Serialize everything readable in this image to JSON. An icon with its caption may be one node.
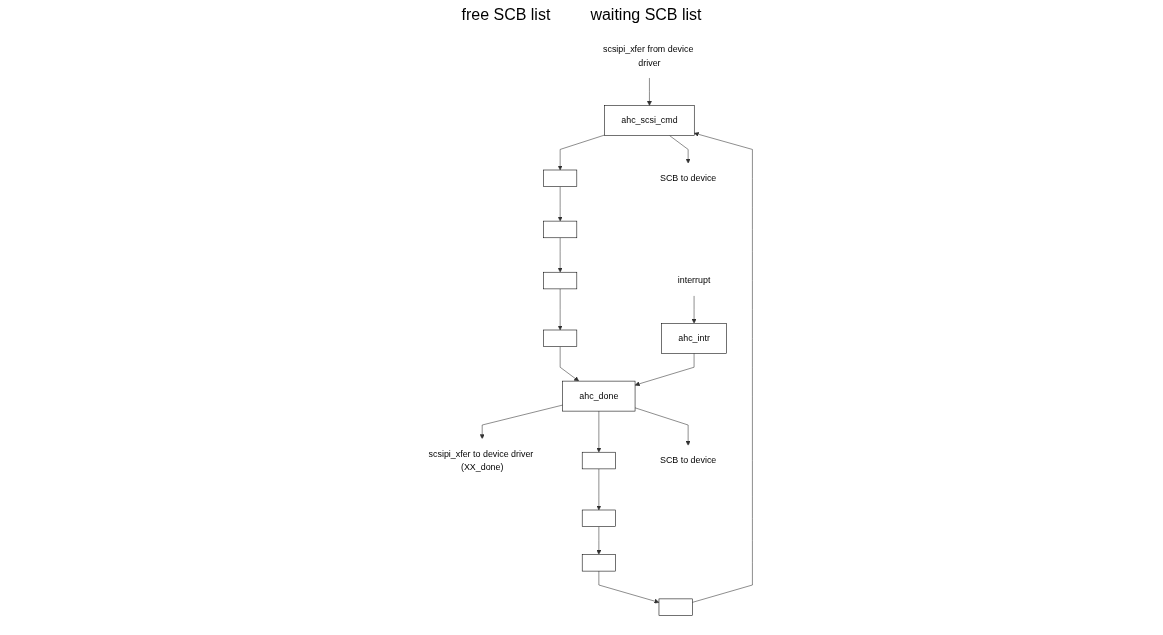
{
  "diagram": {
    "nodes": [
      {
        "text": [
          "scsipi_xfer from device driver"
        ]
      },
      {
        "text": [
          "scsipi_xfer to device driver (XX_done)"
        ]
      },
      {
        "text": [
          "ahc_scsi_cmd"
        ]
      },
      {
        "text": [],
        "shape": "box"
      },
      {
        "text": [],
        "shape": "box"
      },
      {
        "text": [],
        "shape": "box"
      },
      {
        "text": [],
        "shape": "box"
      },
      {
        "text": [],
        "shape": "box"
      },
      {
        "text": [],
        "shape": "box"
      },
      {
        "text": [],
        "shape": "box"
      },
      {
        "text": [],
        "shape": "box"
      },
      {
        "text": [
          "ahc_done"
        ]
      },
      {
        "text": [
          "ahc_intr"
        ]
      },
      {
        "text": [
          "SCB to device"
        ]
      },
      {
        "text": [
          "SCB to device"
        ]
      },
      {
        "text": [
          "interrupt"
        ]
      }
    ],
    "edges": [
      {
        "from": 0,
        "to": 2,
        "arrow": "to"
      },
      {
        "from": 11,
        "to": 6,
        "arrow": "to"
      },
      {
        "from": 6,
        "to": 5,
        "arrow": "to"
      },
      {
        "from": 5,
        "to": 4,
        "arrow": "to"
      },
      {
        "from": 4,
        "to": 3,
        "arrow": "to"
      },
      {
        "from": 3,
        "to": 2,
        "arrow": "to"
      },
      {
        "from": 11,
        "to": 1,
        "arrow": "to"
      },
      {
        "from": 2,
        "to": 7,
        "arrow": "to"
      },
      {
        "from": 7,
        "to": 8,
        "arrow": "to"
      },
      {
        "from": 8,
        "to": 9,
        "arrow": "to"
      },
      {
        "from": 9,
        "to": 10,
        "arrow": "to"
      },
      {
        "from": 10,
        "to": 11,
        "arrow": "to"
      },
      {
        "from": 2,
        "to": 13,
        "arrow": "to"
      },
      {
        "from": 11,
        "to": 14,
        "arrow": "to"
      },
      {
        "from": 12,
        "to": 11,
        "arrow": "to"
      },
      {
        "from": 15,
        "to": 12,
        "arrow": "to"
      }
    ],
    "labels": [
      "free SCB list",
      "waiting SCB list"
    ]
  }
}
